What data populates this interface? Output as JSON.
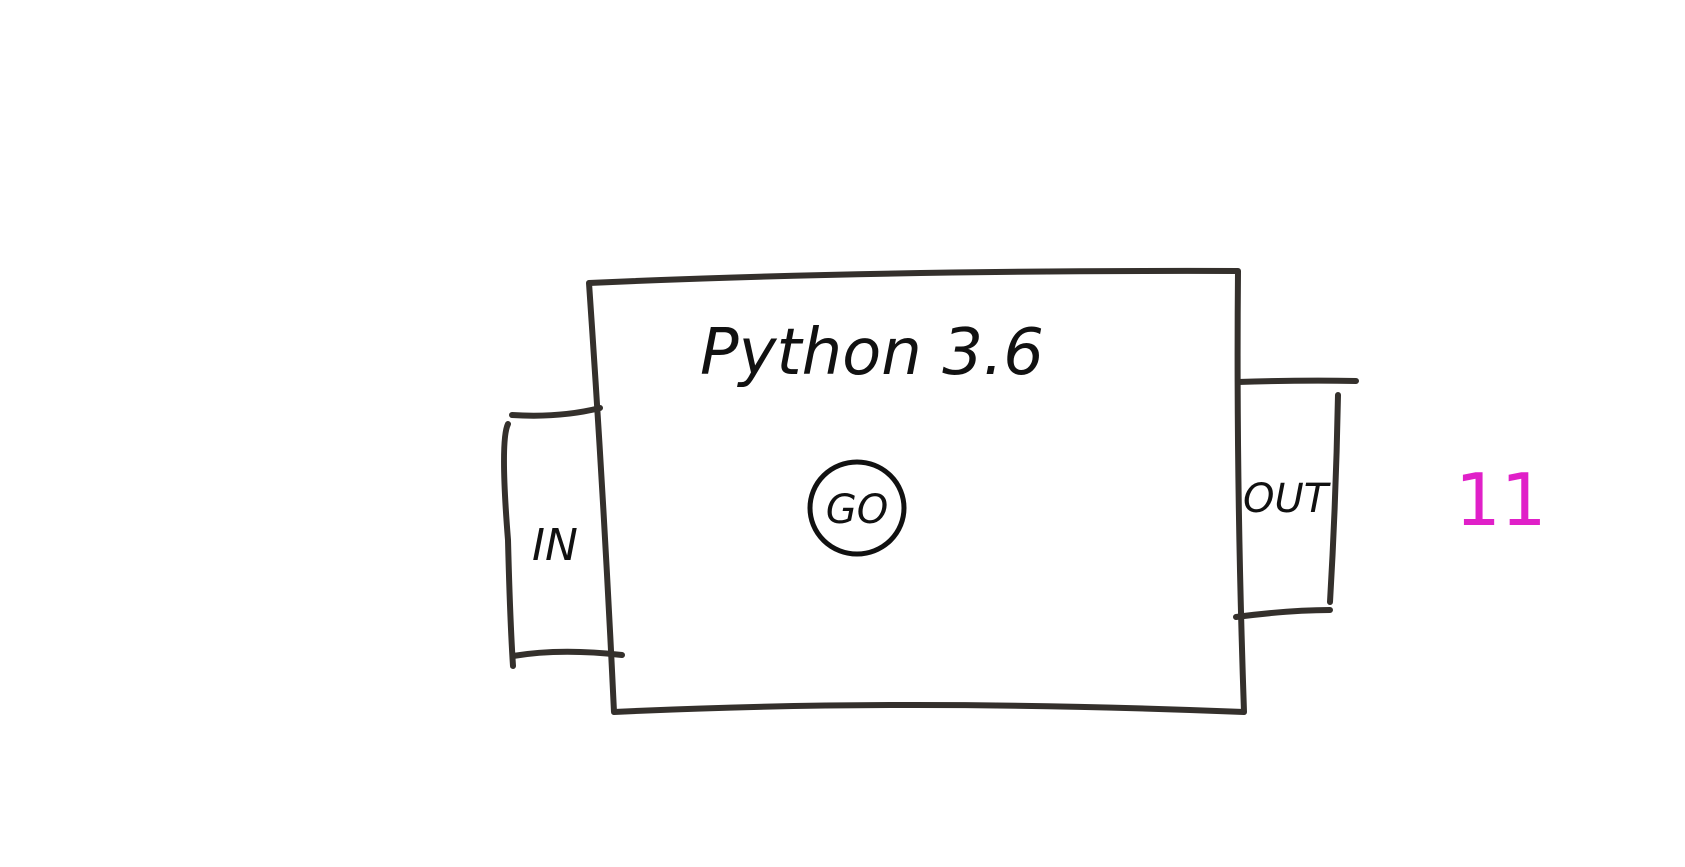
{
  "diagram": {
    "box_title": "Python 3.6",
    "go_button_label": "GO",
    "input_label": "IN",
    "output_label": "OUT",
    "output_value": "11",
    "colors": {
      "ink": "#111111",
      "frame": "#34302c",
      "output_value": "#e020c8",
      "background": "#ffffff"
    }
  }
}
